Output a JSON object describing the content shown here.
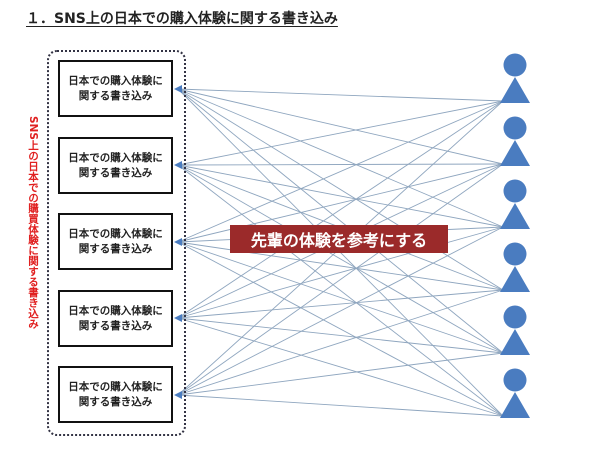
{
  "title": "１．SNS上の日本での購入体験に関する書き込み",
  "group_label": "SNS上の日本での購買体験に関する書き込み",
  "posts": [
    {
      "line1": "日本での購入体験に",
      "line2": "関する書き込み"
    },
    {
      "line1": "日本での購入体験に",
      "line2": "関する書き込み"
    },
    {
      "line1": "日本での購入体験に",
      "line2": "関する書き込み"
    },
    {
      "line1": "日本での購入体験に",
      "line2": "関する書き込み"
    },
    {
      "line1": "日本での購入体験に",
      "line2": "関する書き込み"
    }
  ],
  "banner": "先輩の体験を参考にする",
  "person_count": 6,
  "colors": {
    "person": "#4a7cc0",
    "line": "#8fa6bf",
    "banner": "#9b2a2a",
    "side_label": "#e02020"
  }
}
